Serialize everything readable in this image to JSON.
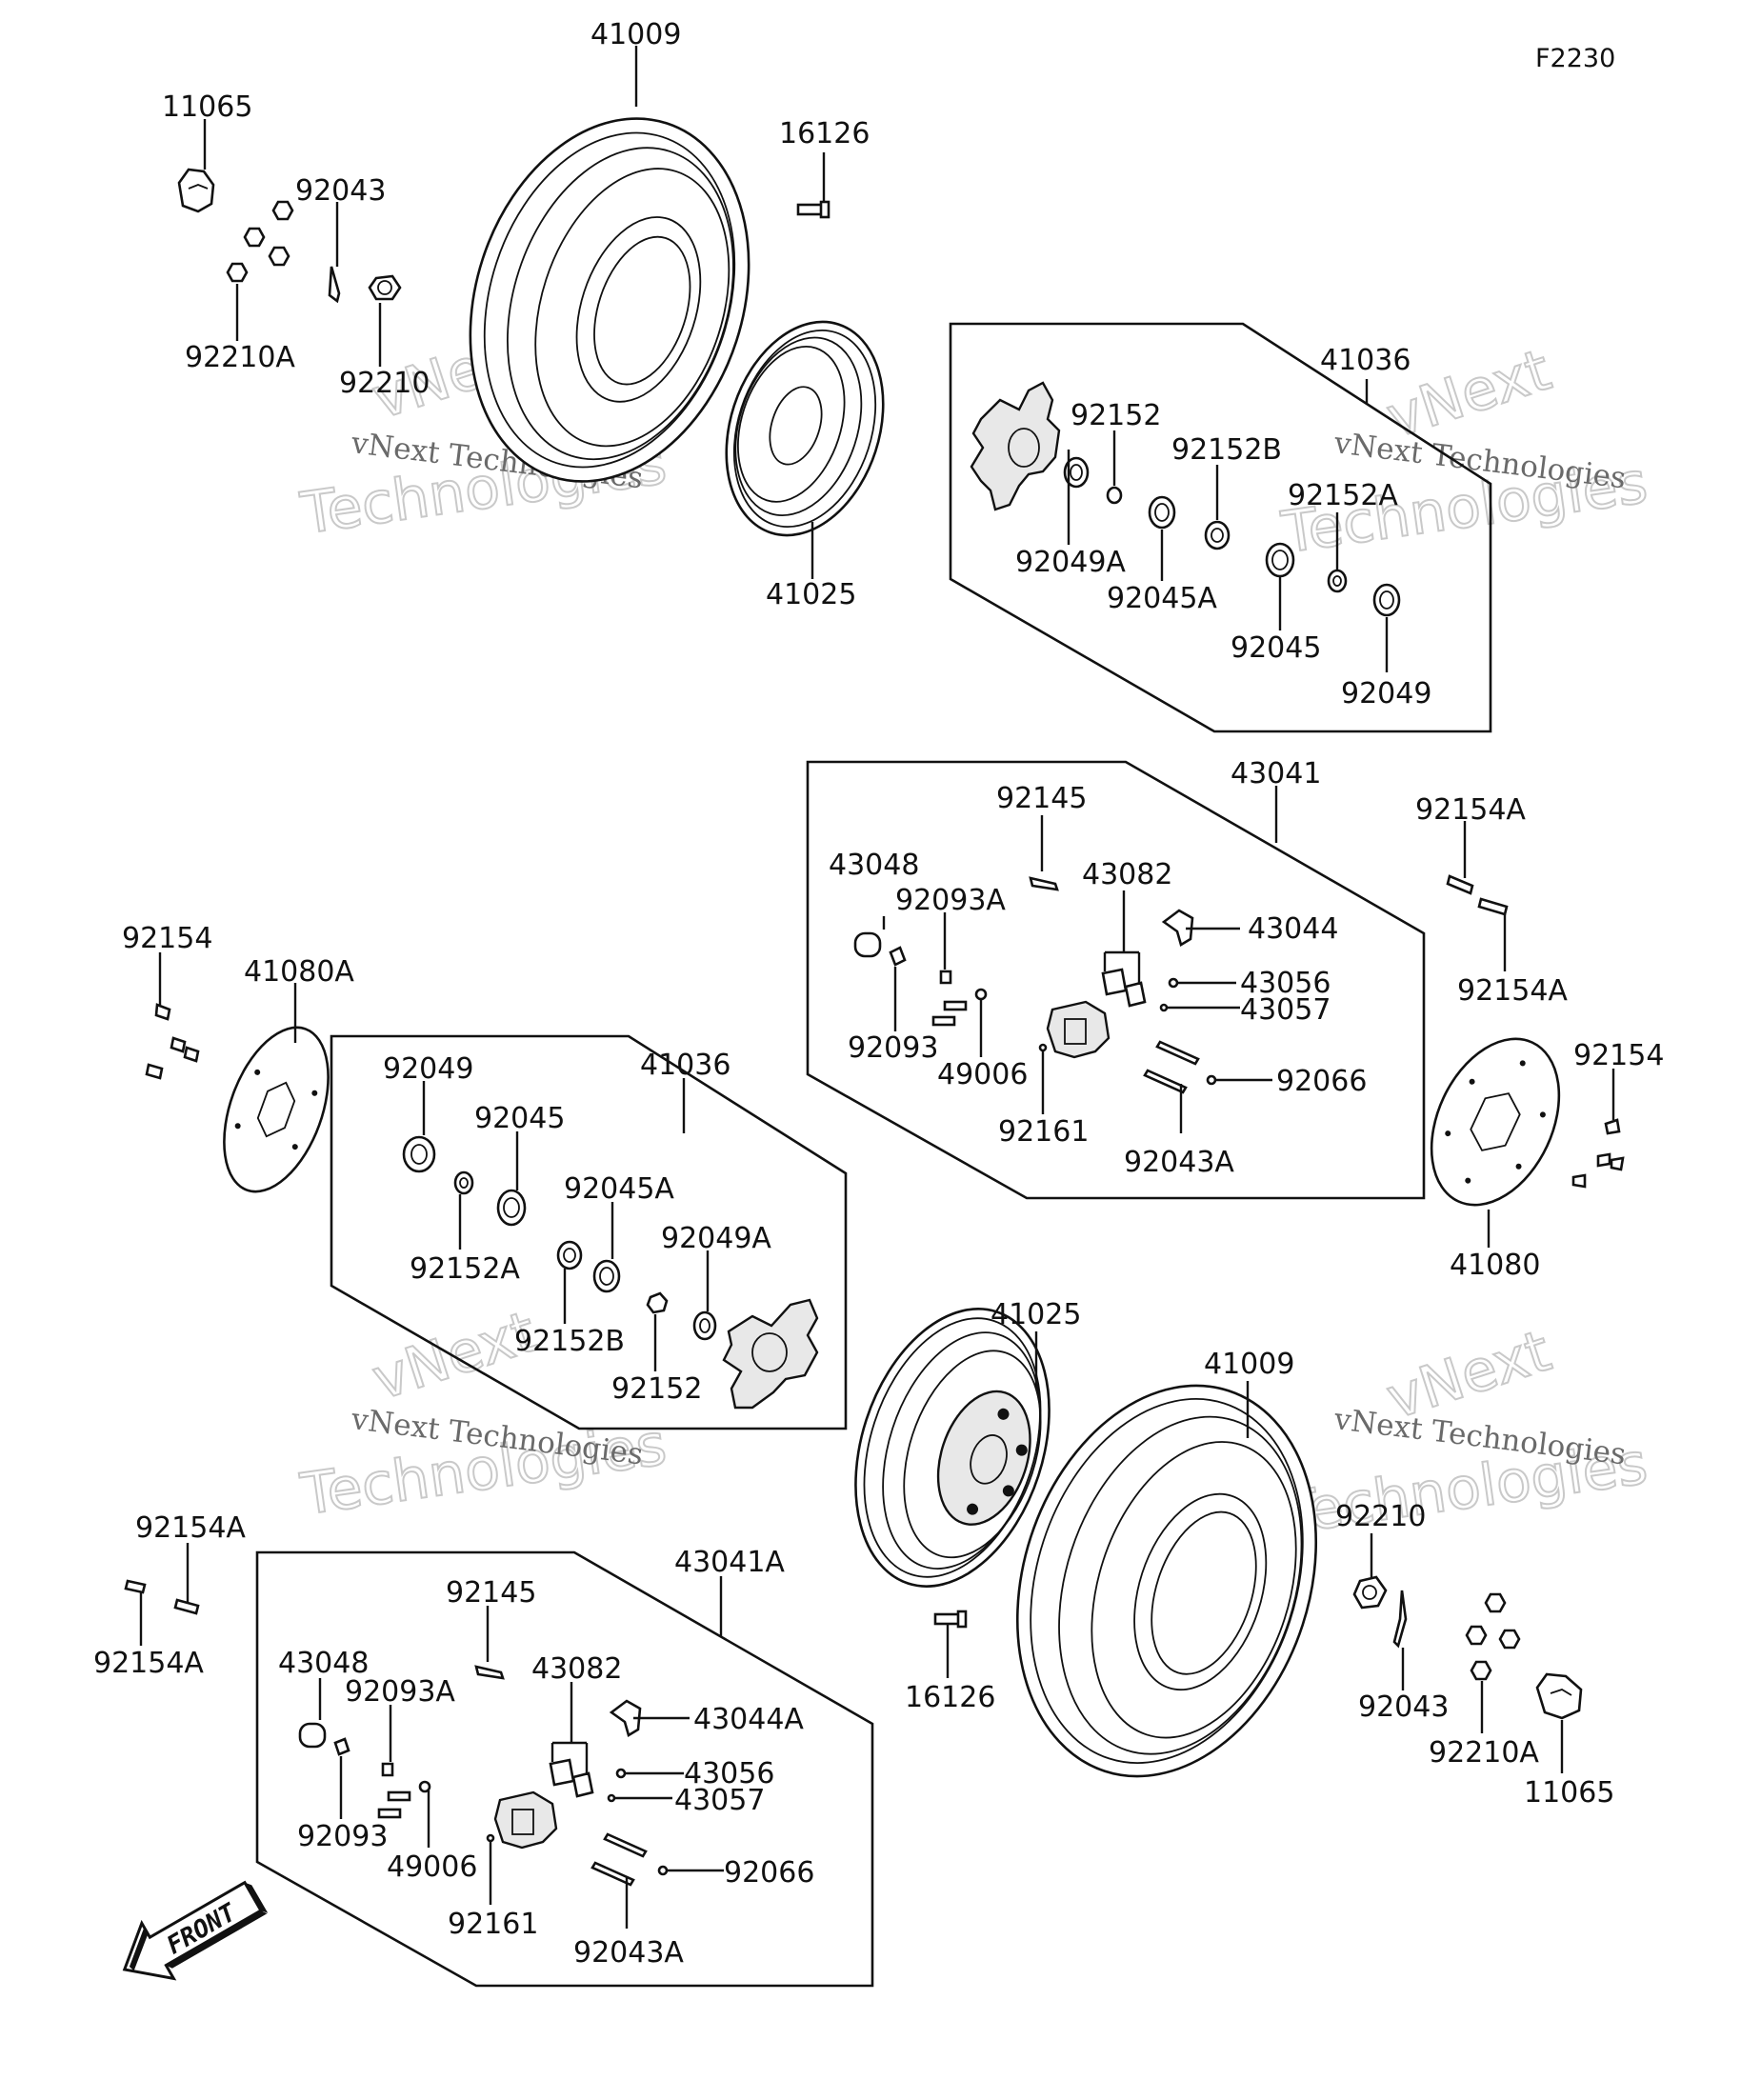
{
  "diagram_code": "F2230",
  "watermark": {
    "line1": "vNext Technologies",
    "line2_a": "vNext",
    "line2_b": "Technologies"
  },
  "front_arrow_label": "FRONT",
  "labels": {
    "l_41009_top": "41009",
    "l_11065_top": "11065",
    "l_92043_top": "92043",
    "l_92210A_top": "92210A",
    "l_92210_top": "92210",
    "l_16126_top": "16126",
    "l_41025_top": "41025",
    "l_41036_top": "41036",
    "l_92152_top": "92152",
    "l_92152B_top": "92152B",
    "l_92152A_top": "92152A",
    "l_92049A_top": "92049A",
    "l_92045A_top": "92045A",
    "l_92045_top": "92045",
    "l_92049_top": "92049",
    "l_43041": "43041",
    "l_92145_a": "92145",
    "l_43048_a": "43048",
    "l_43082_a": "43082",
    "l_92093A_a": "92093A",
    "l_43044": "43044",
    "l_43056_a": "43056",
    "l_43057_a": "43057",
    "l_92093_a": "92093",
    "l_49006_a": "49006",
    "l_92066_a": "92066",
    "l_92161_a": "92161",
    "l_92043A_a": "92043A",
    "l_92154A_r1": "92154A",
    "l_92154A_r2": "92154A",
    "l_92154_r": "92154",
    "l_41080": "41080",
    "l_92154_l": "92154",
    "l_41080A": "41080A",
    "l_41036_mid": "41036",
    "l_92049_mid": "92049",
    "l_92045_mid": "92045",
    "l_92045A_mid": "92045A",
    "l_92049A_mid": "92049A",
    "l_92152A_mid": "92152A",
    "l_92152B_mid": "92152B",
    "l_92152_mid": "92152",
    "l_41025_bot": "41025",
    "l_41009_bot": "41009",
    "l_92210_bot": "92210",
    "l_92043_bot": "92043",
    "l_92210A_bot": "92210A",
    "l_11065_bot": "11065",
    "l_16126_bot": "16126",
    "l_92154A_l1": "92154A",
    "l_92154A_l2": "92154A",
    "l_43041A": "43041A",
    "l_92145_b": "92145",
    "l_43048_b": "43048",
    "l_43082_b": "43082",
    "l_92093A_b": "92093A",
    "l_43044A": "43044A",
    "l_43056_b": "43056",
    "l_43057_b": "43057",
    "l_92093_b": "92093",
    "l_49006_b": "49006",
    "l_92066_b": "92066",
    "l_92161_b": "92161",
    "l_92043A_b": "92043A"
  }
}
